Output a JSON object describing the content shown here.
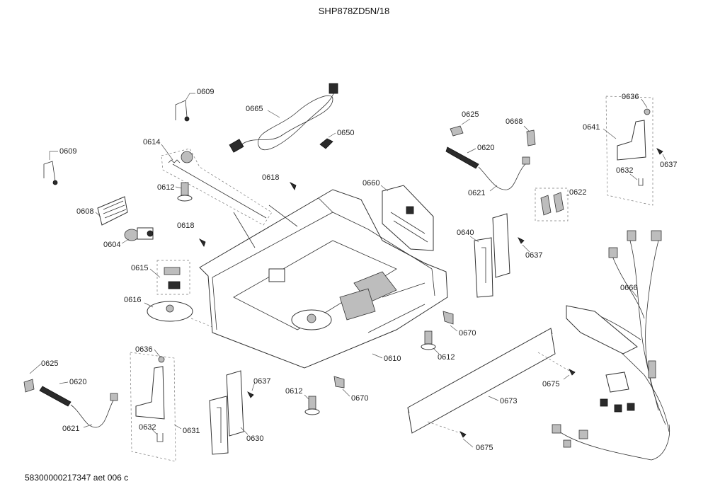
{
  "header": {
    "model": "SHP878ZD5N/18"
  },
  "footer": {
    "doc_ref": "58300000217347 aet 006 c"
  },
  "part_labels": {
    "p0609a": "0609",
    "p0609b": "0609",
    "p0665": "0665",
    "p0650": "0650",
    "p0614": "0614",
    "p0618a": "0618",
    "p0618b": "0618",
    "p0612a": "0612",
    "p0608": "0608",
    "p0604": "0604",
    "p0615": "0615",
    "p0616": "0616",
    "p0660": "0660",
    "p0625a": "0625",
    "p0668": "0668",
    "p0620a": "0620",
    "p0621a": "0621",
    "p0636a": "0636",
    "p0641": "0641",
    "p0637a": "0637",
    "p0632a": "0632",
    "p0622": "0622",
    "p0640": "0640",
    "p0637b": "0637",
    "p0666": "0666",
    "p0670a": "0670",
    "p0612b": "0612",
    "p0610": "0610",
    "p0636b": "0636",
    "p0625b": "0625",
    "p0620b": "0620",
    "p0621b": "0621",
    "p0632b": "0632",
    "p0631": "0631",
    "p0637c": "0637",
    "p0630": "0630",
    "p0612c": "0612",
    "p0670b": "0670",
    "p0673": "0673",
    "p0675a": "0675",
    "p0675b": "0675"
  }
}
